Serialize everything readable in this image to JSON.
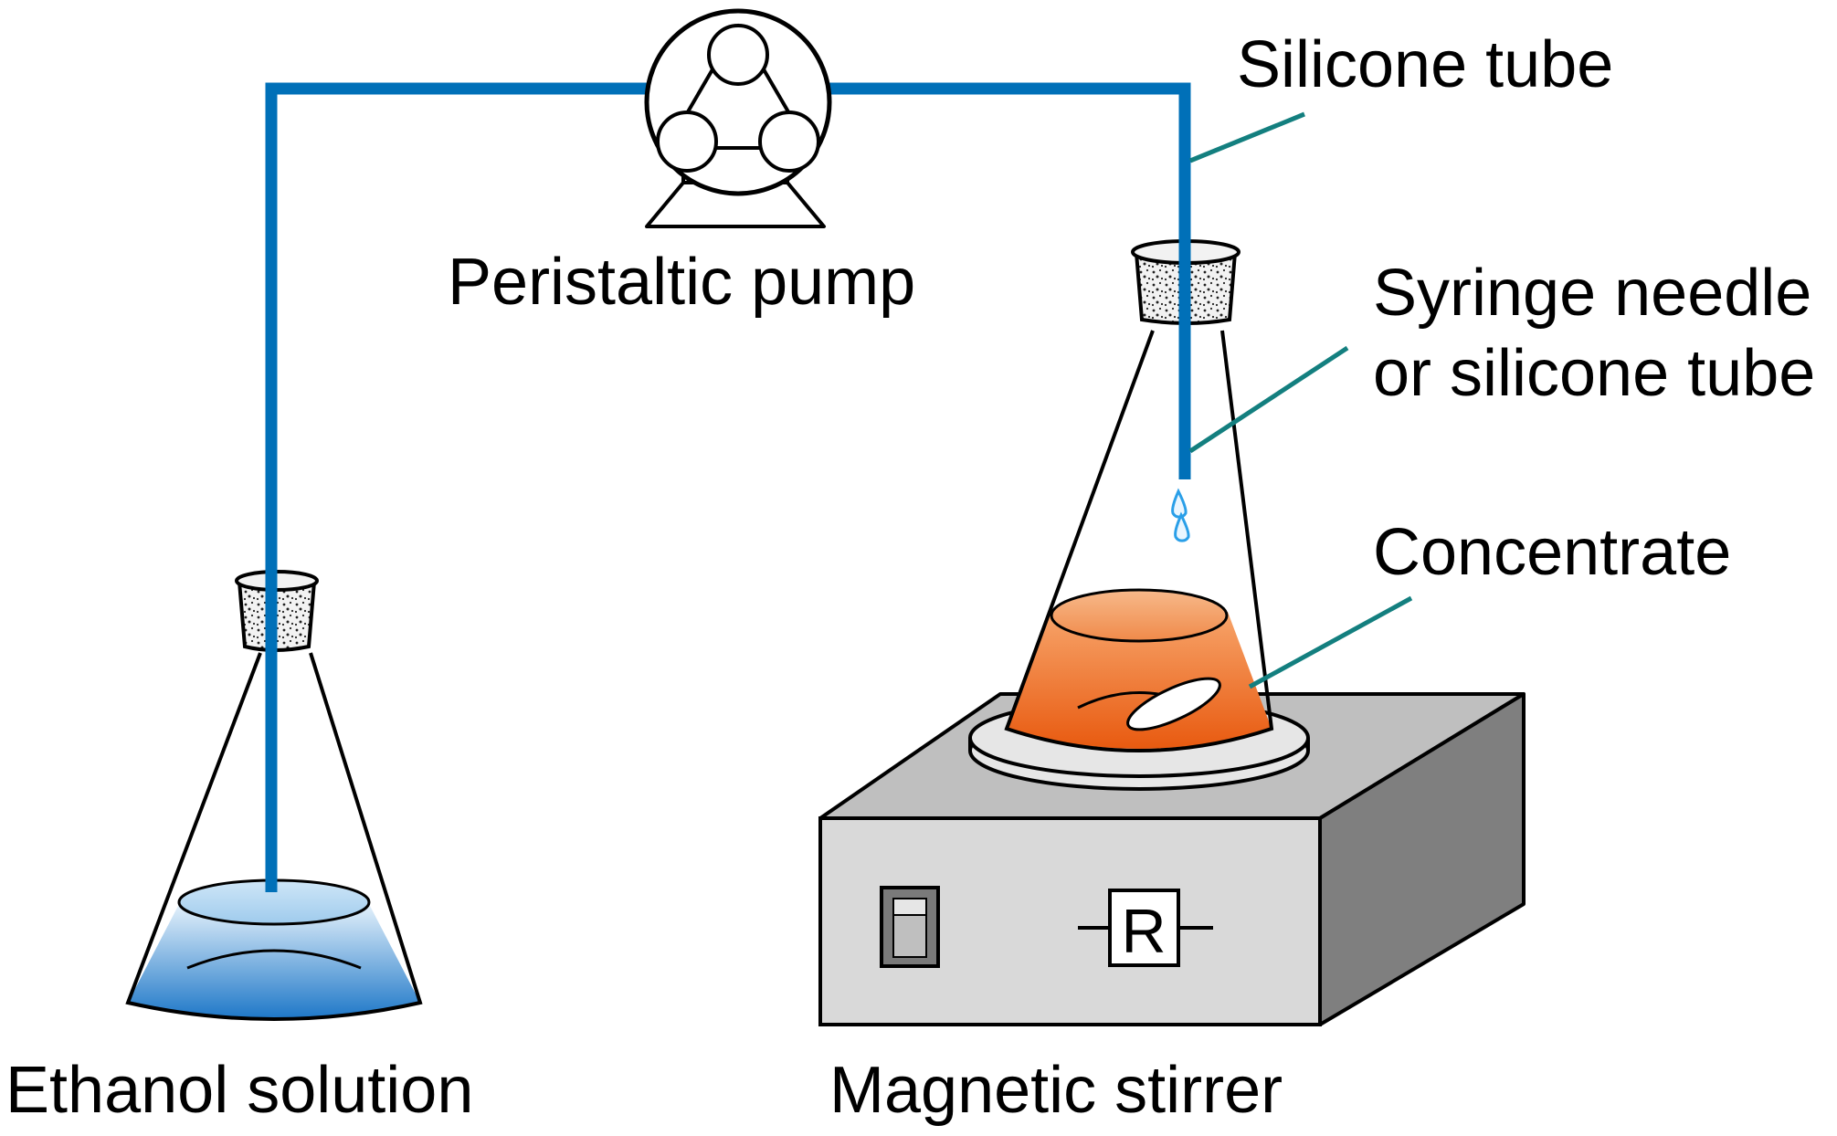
{
  "labels": {
    "peristaltic_pump": "Peristaltic pump",
    "silicone_tube": "Silicone tube",
    "syringe_needle_line1": "Syringe needle",
    "syringe_needle_line2": "or silicone tube",
    "concentrate": "Concentrate",
    "ethanol_solution": "Ethanol solution",
    "magnetic_stirrer": "Magnetic stirrer",
    "stirrer_knob_letter": "R"
  },
  "colors": {
    "tube": "#0070b8",
    "leader_line": "#137f7f",
    "ethanol_liquid_top": "#ddeeff",
    "ethanol_liquid_bottom": "#1f78c8",
    "concentrate_top": "#f8c8a0",
    "concentrate_bottom": "#e85a10",
    "stirrer_front": "#d9d9d9",
    "stirrer_top": "#bfbfbf",
    "stirrer_side": "#7f7f7f",
    "droplet": "#2a9fe8"
  },
  "icons": {
    "pump": "peristaltic-pump-icon",
    "flask_left": "erlenmeyer-flask-icon",
    "flask_right": "erlenmeyer-flask-icon",
    "stirrer": "magnetic-stirrer-icon"
  }
}
